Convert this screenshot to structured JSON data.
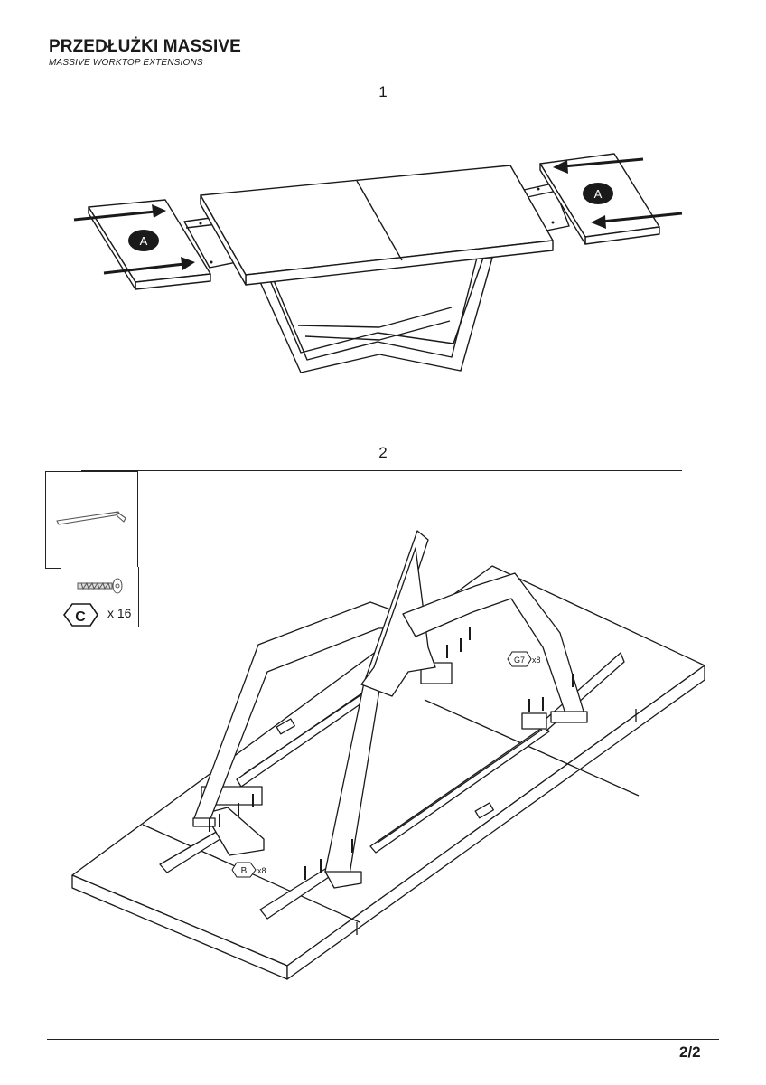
{
  "header": {
    "title": "PRZEDŁUŻKI MASSIVE",
    "subtitle": "MASSIVE WORKTOP EXTENSIONS"
  },
  "steps": [
    {
      "number": "1",
      "labels": {
        "extension_left": "A",
        "extension_right": "A"
      }
    },
    {
      "number": "2",
      "labels": {
        "bolt_b": "B",
        "bolt_b_qty": "x8",
        "bolt_g7": "G7",
        "bolt_g7_qty": "x8"
      }
    }
  ],
  "parts": {
    "tool": "allen-key-icon",
    "bolt": {
      "code": "C",
      "qty": "x 16",
      "icon": "bolt-icon"
    }
  },
  "footer": {
    "page": "2/2"
  }
}
